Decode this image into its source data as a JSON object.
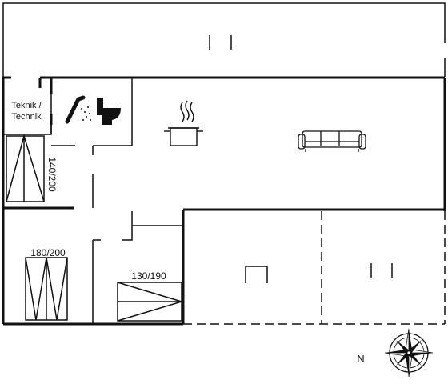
{
  "rooms": {
    "technik_line1": "Teknik /",
    "technik_line2": "Technik"
  },
  "beds": {
    "bed_a": "140/200",
    "bed_b": "180/200",
    "bed_c": "130/190"
  },
  "compass": {
    "north_label": "N"
  },
  "icons": [
    "shower-icon",
    "toilet-icon",
    "cooking-pot-icon",
    "sofa-icon",
    "compass-rose-icon"
  ],
  "colors": {
    "wall": "#111111",
    "background": "#ffffff"
  }
}
